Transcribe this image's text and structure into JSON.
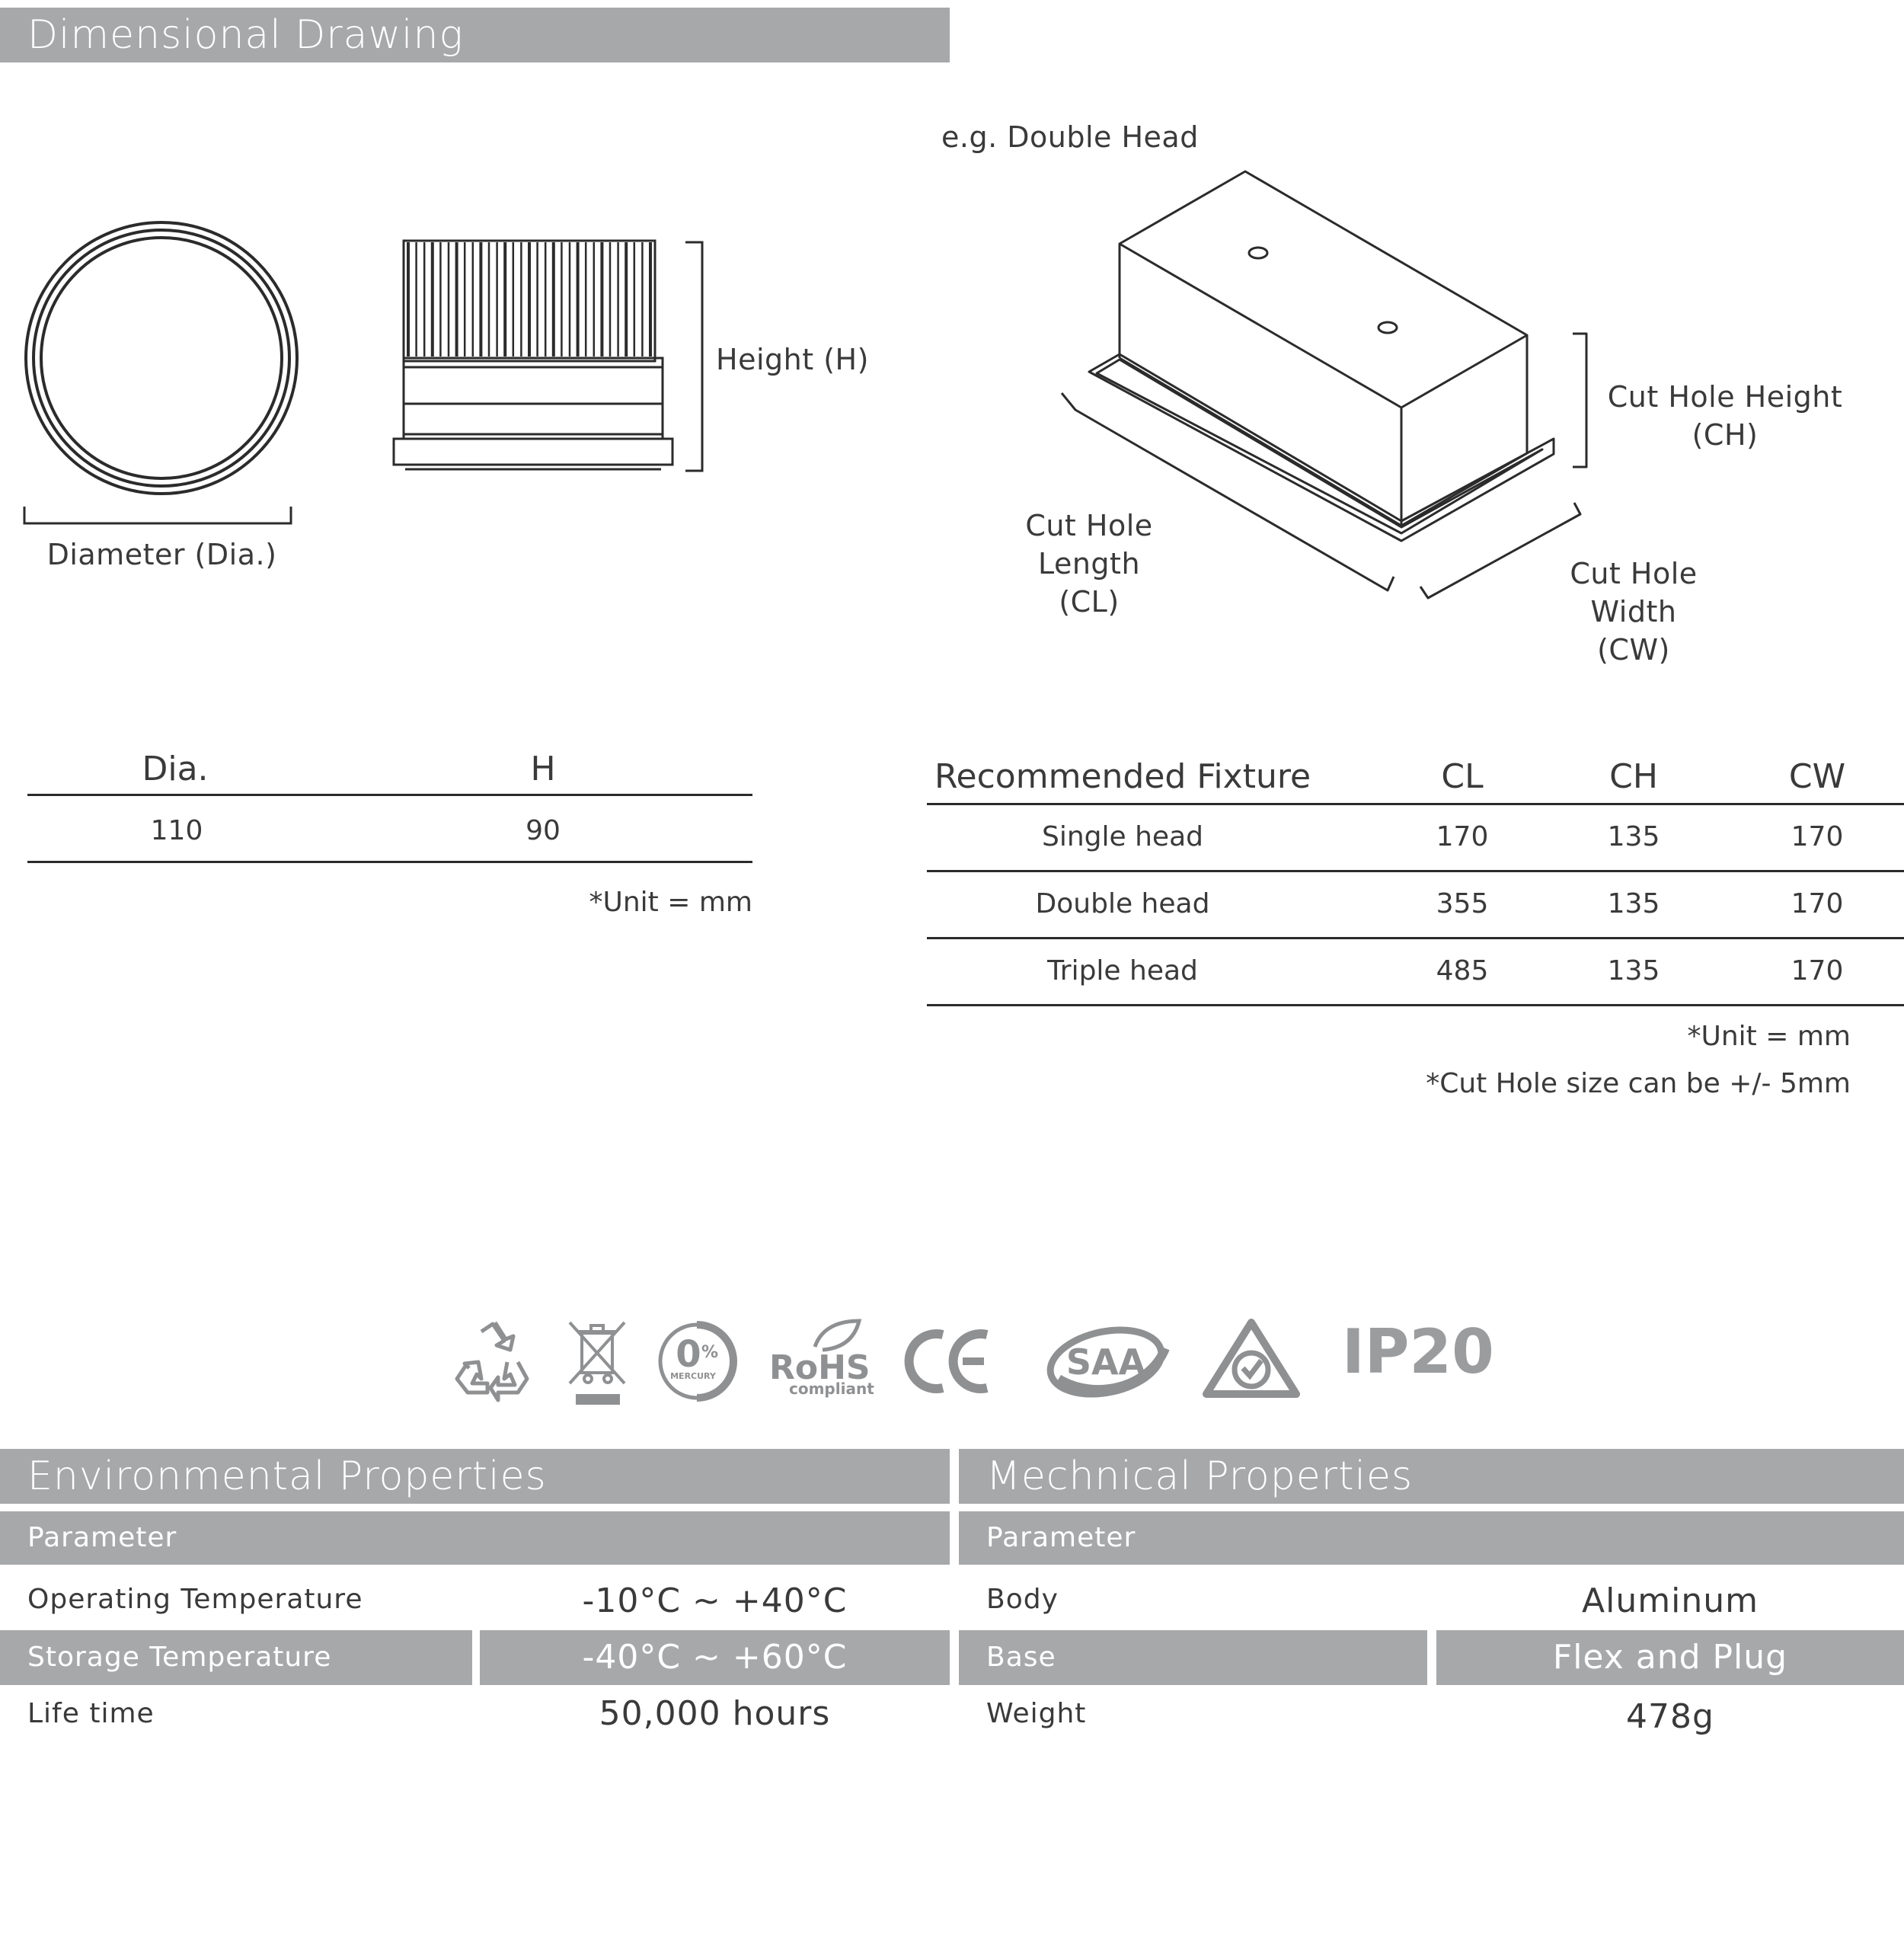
{
  "header": {
    "title": "Dimensional Drawing"
  },
  "drawing": {
    "example_label": "e.g. Double Head",
    "diameter_label": "Diameter (Dia.)",
    "height_label": "Height (H)",
    "cut_hole_height": [
      "Cut Hole Height",
      "(CH)"
    ],
    "cut_hole_length": [
      "Cut Hole Length",
      "(CL)"
    ],
    "cut_hole_width": [
      "Cut Hole Width",
      "(CW)"
    ]
  },
  "dim_table": {
    "headers": [
      "Dia.",
      "H"
    ],
    "row": [
      "110",
      "90"
    ],
    "note": "*Unit = mm"
  },
  "fixture_table": {
    "headers": [
      "Recommended Fixture",
      "CL",
      "CH",
      "CW"
    ],
    "rows": [
      [
        "Single head",
        "170",
        "135",
        "170"
      ],
      [
        "Double head",
        "355",
        "135",
        "170"
      ],
      [
        "Triple head",
        "485",
        "135",
        "170"
      ]
    ],
    "notes": [
      "*Unit = mm",
      "*Cut Hole size can be +/- 5mm"
    ]
  },
  "certifications": {
    "icons": [
      "recycle-icon",
      "weee-bin-icon",
      "zero-mercury-icon",
      "rohs-icon",
      "ce-mark-icon",
      "saa-icon",
      "rcm-icon"
    ],
    "mercury_text": "0",
    "mercury_pct": "%",
    "mercury_sub": "MERCURY",
    "rohs_main": "RoHS",
    "rohs_sub": "compliant",
    "saa_text": "SAA",
    "ip_rating": "IP20"
  },
  "environmental": {
    "title": "Environmental  Properties",
    "param_header": "Parameter",
    "rows": [
      {
        "label": "Operating Temperature",
        "value": "-10°C ~ +40°C"
      },
      {
        "label": "Storage Temperature",
        "value": "-40°C ~ +60°C"
      },
      {
        "label": "Life time",
        "value": "50,000 hours"
      }
    ]
  },
  "mechanical": {
    "title": "Mechnical Properties",
    "param_header": "Parameter",
    "rows": [
      {
        "label": "Body",
        "value": "Aluminum"
      },
      {
        "label": "Base",
        "value": "Flex and Plug"
      },
      {
        "label": "Weight",
        "value": "478g"
      }
    ]
  },
  "colors": {
    "bar": "#a7a8aa",
    "line": "#2b2b2b",
    "text": "#3a3a3a",
    "icon": "#9b9c9e"
  }
}
